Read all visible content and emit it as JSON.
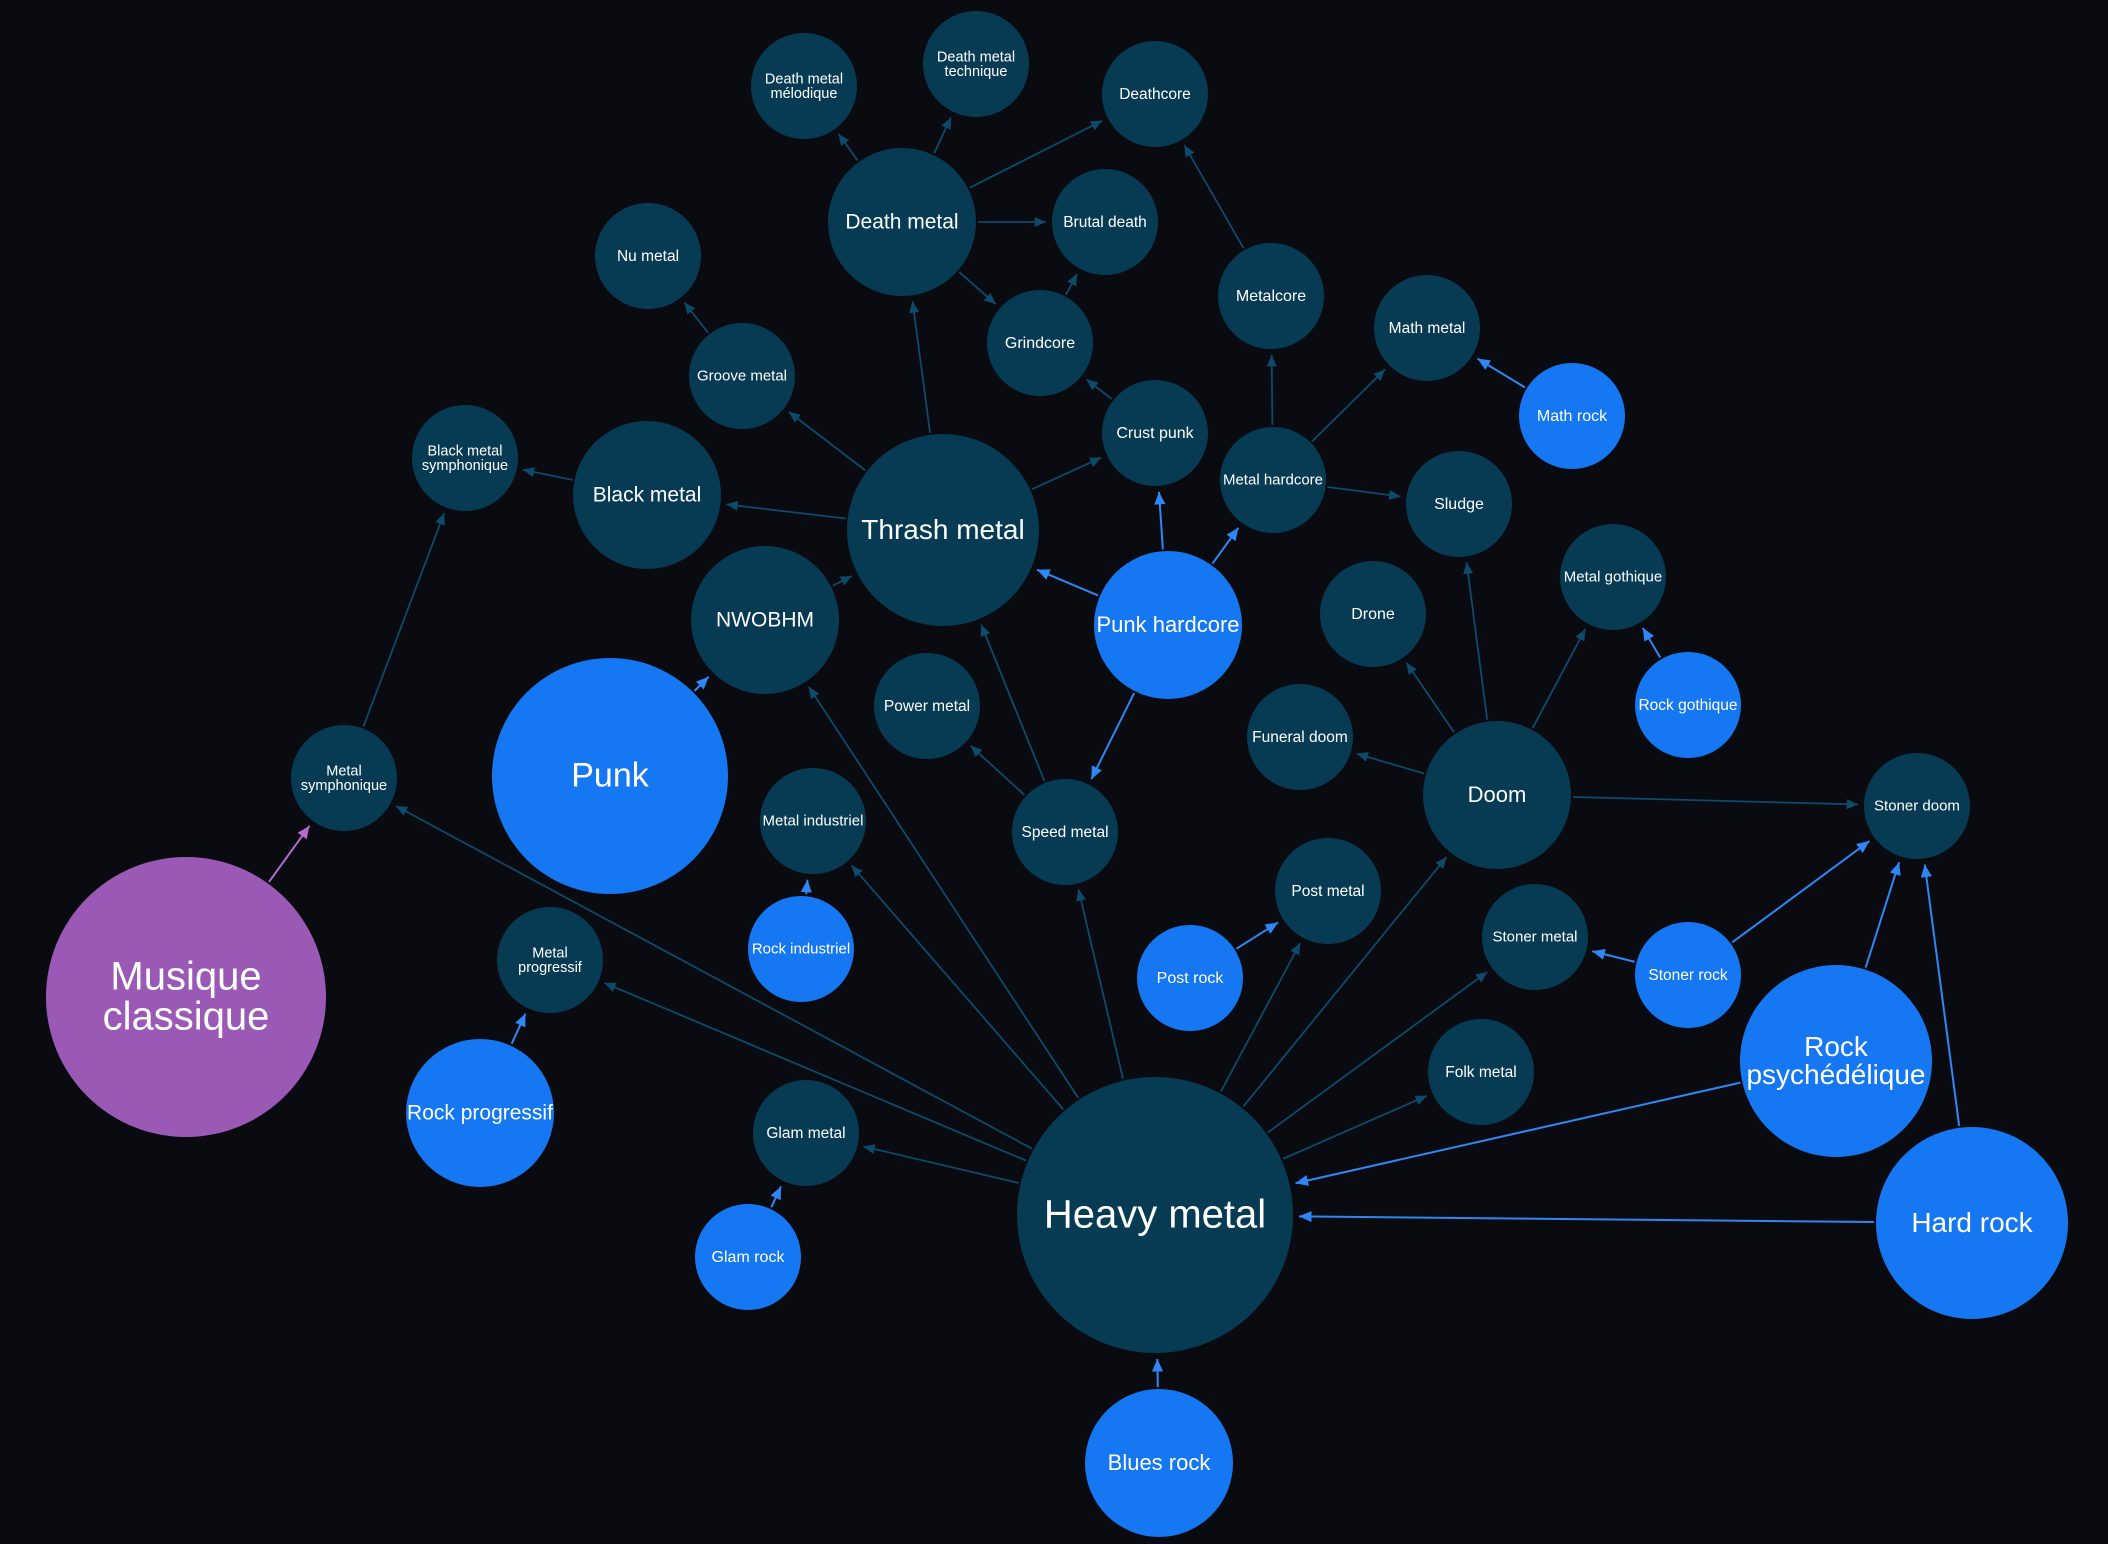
{
  "colors": {
    "background": "#0a0b10",
    "metal": "#073b53",
    "rock": "#1577f2",
    "classical": "#9b59b6",
    "edge_metal": "#0d4a6b",
    "edge_rock": "#2f86f5",
    "edge_classical": "#b36bd1",
    "label": "#ffffff"
  },
  "nodes": [
    {
      "id": "heavy-metal",
      "label": [
        "Heavy metal"
      ],
      "kind": "metal"
    },
    {
      "id": "thrash-metal",
      "label": [
        "Thrash metal"
      ],
      "kind": "metal"
    },
    {
      "id": "death-metal",
      "label": [
        "Death metal"
      ],
      "kind": "metal"
    },
    {
      "id": "death-metal-melodique",
      "label": [
        "Death metal",
        "mélodique"
      ],
      "kind": "metal"
    },
    {
      "id": "death-metal-technique",
      "label": [
        "Death metal",
        "technique"
      ],
      "kind": "metal"
    },
    {
      "id": "deathcore",
      "label": [
        "Deathcore"
      ],
      "kind": "metal"
    },
    {
      "id": "brutal-death",
      "label": [
        "Brutal death"
      ],
      "kind": "metal"
    },
    {
      "id": "nu-metal",
      "label": [
        "Nu metal"
      ],
      "kind": "metal"
    },
    {
      "id": "groove-metal",
      "label": [
        "Groove metal"
      ],
      "kind": "metal"
    },
    {
      "id": "grindcore",
      "label": [
        "Grindcore"
      ],
      "kind": "metal"
    },
    {
      "id": "metalcore",
      "label": [
        "Metalcore"
      ],
      "kind": "metal"
    },
    {
      "id": "math-metal",
      "label": [
        "Math metal"
      ],
      "kind": "metal"
    },
    {
      "id": "math-rock",
      "label": [
        "Math rock"
      ],
      "kind": "rock"
    },
    {
      "id": "black-metal-symphonique",
      "label": [
        "Black metal",
        "symphonique"
      ],
      "kind": "metal"
    },
    {
      "id": "black-metal",
      "label": [
        "Black metal"
      ],
      "kind": "metal"
    },
    {
      "id": "crust-punk",
      "label": [
        "Crust punk"
      ],
      "kind": "metal"
    },
    {
      "id": "metal-hardcore",
      "label": [
        "Metal hardcore"
      ],
      "kind": "metal"
    },
    {
      "id": "sludge",
      "label": [
        "Sludge"
      ],
      "kind": "metal"
    },
    {
      "id": "nwobhm",
      "label": [
        "NWOBHM"
      ],
      "kind": "metal"
    },
    {
      "id": "punk-hardcore",
      "label": [
        "Punk hardcore"
      ],
      "kind": "rock"
    },
    {
      "id": "metal-gothique",
      "label": [
        "Metal gothique"
      ],
      "kind": "metal"
    },
    {
      "id": "drone",
      "label": [
        "Drone"
      ],
      "kind": "metal"
    },
    {
      "id": "power-metal",
      "label": [
        "Power metal"
      ],
      "kind": "metal"
    },
    {
      "id": "rock-gothique",
      "label": [
        "Rock gothique"
      ],
      "kind": "rock"
    },
    {
      "id": "punk",
      "label": [
        "Punk"
      ],
      "kind": "rock"
    },
    {
      "id": "metal-symphonique",
      "label": [
        "Metal",
        "symphonique"
      ],
      "kind": "metal"
    },
    {
      "id": "funeral-doom",
      "label": [
        "Funeral doom"
      ],
      "kind": "metal"
    },
    {
      "id": "doom",
      "label": [
        "Doom"
      ],
      "kind": "metal"
    },
    {
      "id": "stoner-doom",
      "label": [
        "Stoner doom"
      ],
      "kind": "metal"
    },
    {
      "id": "metal-industriel",
      "label": [
        "Metal industriel"
      ],
      "kind": "metal"
    },
    {
      "id": "speed-metal",
      "label": [
        "Speed metal"
      ],
      "kind": "metal"
    },
    {
      "id": "post-metal",
      "label": [
        "Post metal"
      ],
      "kind": "metal"
    },
    {
      "id": "stoner-metal",
      "label": [
        "Stoner metal"
      ],
      "kind": "metal"
    },
    {
      "id": "rock-industriel",
      "label": [
        "Rock industriel"
      ],
      "kind": "rock"
    },
    {
      "id": "metal-progressif",
      "label": [
        "Metal",
        "progressif"
      ],
      "kind": "metal"
    },
    {
      "id": "post-rock",
      "label": [
        "Post rock"
      ],
      "kind": "rock"
    },
    {
      "id": "stoner-rock",
      "label": [
        "Stoner rock"
      ],
      "kind": "rock"
    },
    {
      "id": "musique-classique",
      "label": [
        "Musique",
        "classique"
      ],
      "kind": "classical"
    },
    {
      "id": "rock-psychedelique",
      "label": [
        "Rock",
        "psychédélique"
      ],
      "kind": "rock"
    },
    {
      "id": "folk-metal",
      "label": [
        "Folk metal"
      ],
      "kind": "metal"
    },
    {
      "id": "rock-progressif",
      "label": [
        "Rock progressif"
      ],
      "kind": "rock"
    },
    {
      "id": "glam-metal",
      "label": [
        "Glam metal"
      ],
      "kind": "metal"
    },
    {
      "id": "hard-rock",
      "label": [
        "Hard rock"
      ],
      "kind": "rock"
    },
    {
      "id": "glam-rock",
      "label": [
        "Glam rock"
      ],
      "kind": "rock"
    },
    {
      "id": "blues-rock",
      "label": [
        "Blues rock"
      ],
      "kind": "rock"
    }
  ],
  "edges": [
    [
      "blues-rock",
      "heavy-metal"
    ],
    [
      "hard-rock",
      "heavy-metal"
    ],
    [
      "rock-psychedelique",
      "heavy-metal"
    ],
    [
      "hard-rock",
      "stoner-doom"
    ],
    [
      "rock-psychedelique",
      "stoner-doom"
    ],
    [
      "stoner-rock",
      "stoner-doom"
    ],
    [
      "stoner-rock",
      "stoner-metal"
    ],
    [
      "heavy-metal",
      "metal-symphonique"
    ],
    [
      "heavy-metal",
      "metal-progressif"
    ],
    [
      "heavy-metal",
      "glam-metal"
    ],
    [
      "heavy-metal",
      "metal-industriel"
    ],
    [
      "heavy-metal",
      "nwobhm"
    ],
    [
      "heavy-metal",
      "speed-metal"
    ],
    [
      "heavy-metal",
      "post-metal"
    ],
    [
      "heavy-metal",
      "doom"
    ],
    [
      "heavy-metal",
      "stoner-metal"
    ],
    [
      "heavy-metal",
      "folk-metal"
    ],
    [
      "musique-classique",
      "metal-symphonique"
    ],
    [
      "metal-symphonique",
      "black-metal-symphonique"
    ],
    [
      "rock-progressif",
      "metal-progressif"
    ],
    [
      "glam-rock",
      "glam-metal"
    ],
    [
      "rock-industriel",
      "metal-industriel"
    ],
    [
      "post-rock",
      "post-metal"
    ],
    [
      "punk",
      "nwobhm"
    ],
    [
      "nwobhm",
      "thrash-metal"
    ],
    [
      "speed-metal",
      "thrash-metal"
    ],
    [
      "speed-metal",
      "power-metal"
    ],
    [
      "punk-hardcore",
      "thrash-metal"
    ],
    [
      "punk-hardcore",
      "speed-metal"
    ],
    [
      "punk-hardcore",
      "crust-punk"
    ],
    [
      "punk-hardcore",
      "metal-hardcore"
    ],
    [
      "thrash-metal",
      "black-metal"
    ],
    [
      "thrash-metal",
      "groove-metal"
    ],
    [
      "thrash-metal",
      "death-metal"
    ],
    [
      "thrash-metal",
      "crust-punk"
    ],
    [
      "black-metal",
      "black-metal-symphonique"
    ],
    [
      "groove-metal",
      "nu-metal"
    ],
    [
      "death-metal",
      "death-metal-melodique"
    ],
    [
      "death-metal",
      "death-metal-technique"
    ],
    [
      "death-metal",
      "deathcore"
    ],
    [
      "death-metal",
      "brutal-death"
    ],
    [
      "death-metal",
      "grindcore"
    ],
    [
      "grindcore",
      "brutal-death"
    ],
    [
      "crust-punk",
      "grindcore"
    ],
    [
      "metalcore",
      "deathcore"
    ],
    [
      "metal-hardcore",
      "metalcore"
    ],
    [
      "metal-hardcore",
      "math-metal"
    ],
    [
      "metal-hardcore",
      "sludge"
    ],
    [
      "math-rock",
      "math-metal"
    ],
    [
      "doom",
      "sludge"
    ],
    [
      "doom",
      "drone"
    ],
    [
      "doom",
      "funeral-doom"
    ],
    [
      "doom",
      "metal-gothique"
    ],
    [
      "doom",
      "stoner-doom"
    ],
    [
      "rock-gothique",
      "metal-gothique"
    ]
  ]
}
